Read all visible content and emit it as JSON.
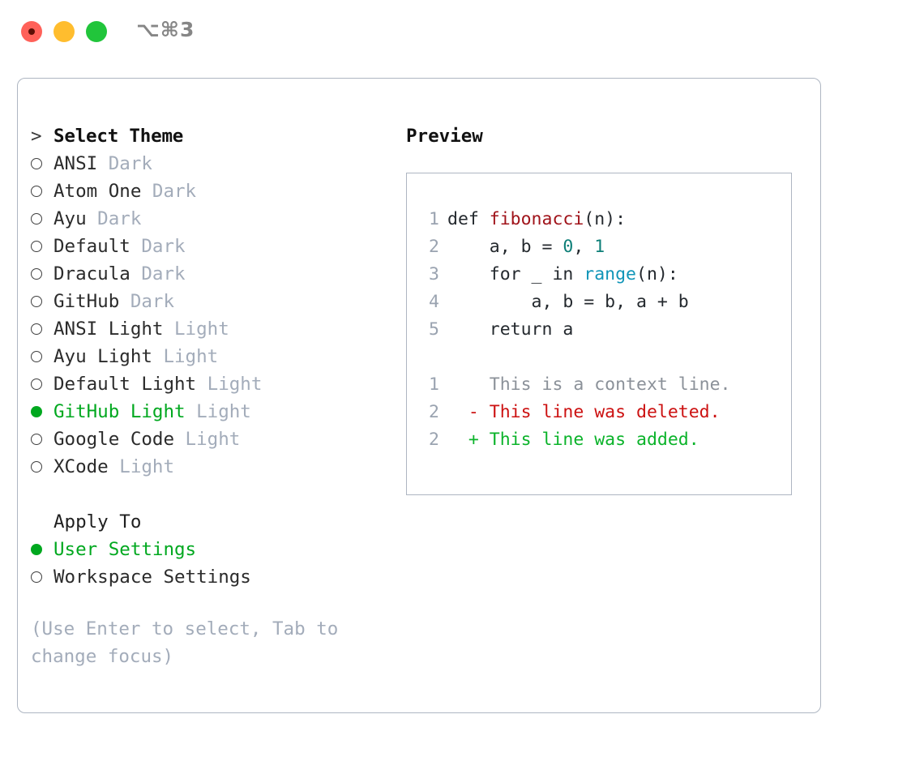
{
  "titlebar": {
    "shortcut": "⌥⌘3",
    "buttons": {
      "close": "close-button",
      "minimize": "minimize-button",
      "maximize": "maximize-button"
    }
  },
  "theme_selector": {
    "heading_prefix": ">",
    "heading": "Select Theme",
    "items": [
      {
        "marker": "○",
        "label": "ANSI",
        "tag": "Dark",
        "selected": false
      },
      {
        "marker": "○",
        "label": "Atom One",
        "tag": "Dark",
        "selected": false
      },
      {
        "marker": "○",
        "label": "Ayu",
        "tag": "Dark",
        "selected": false
      },
      {
        "marker": "○",
        "label": "Default",
        "tag": "Dark",
        "selected": false
      },
      {
        "marker": "○",
        "label": "Dracula",
        "tag": "Dark",
        "selected": false
      },
      {
        "marker": "○",
        "label": "GitHub",
        "tag": "Dark",
        "selected": false
      },
      {
        "marker": "○",
        "label": "ANSI Light",
        "tag": "Light",
        "selected": false
      },
      {
        "marker": "○",
        "label": "Ayu Light",
        "tag": "Light",
        "selected": false
      },
      {
        "marker": "○",
        "label": "Default Light",
        "tag": "Light",
        "selected": false
      },
      {
        "marker": "●",
        "label": "GitHub Light",
        "tag": "Light",
        "selected": true
      },
      {
        "marker": "○",
        "label": "Google Code",
        "tag": "Light",
        "selected": false
      },
      {
        "marker": "○",
        "label": "XCode",
        "tag": "Light",
        "selected": false
      }
    ]
  },
  "apply_to": {
    "title": "Apply To",
    "options": [
      {
        "marker": "●",
        "label": "User Settings",
        "selected": true
      },
      {
        "marker": "○",
        "label": "Workspace Settings",
        "selected": false
      }
    ]
  },
  "hint": "(Use Enter to select, Tab to change focus)",
  "preview": {
    "title": "Preview",
    "code_lines": [
      {
        "number": "1",
        "tokens": [
          {
            "text": "def ",
            "type": "plain"
          },
          {
            "text": "fibonacci",
            "type": "fn"
          },
          {
            "text": "(n):",
            "type": "plain"
          }
        ]
      },
      {
        "number": "2",
        "tokens": [
          {
            "text": "    a, b = ",
            "type": "plain"
          },
          {
            "text": "0",
            "type": "num"
          },
          {
            "text": ", ",
            "type": "plain"
          },
          {
            "text": "1",
            "type": "num"
          }
        ]
      },
      {
        "number": "3",
        "tokens": [
          {
            "text": "    for _ in ",
            "type": "plain"
          },
          {
            "text": "range",
            "type": "call"
          },
          {
            "text": "(n):",
            "type": "plain"
          }
        ]
      },
      {
        "number": "4",
        "tokens": [
          {
            "text": "        a, b = b, a + b",
            "type": "plain"
          }
        ]
      },
      {
        "number": "5",
        "tokens": [
          {
            "text": "    return a",
            "type": "plain"
          }
        ]
      }
    ],
    "diff_lines": [
      {
        "number": "1",
        "marker": " ",
        "text": "This is a context line.",
        "type": "ctx"
      },
      {
        "number": "2",
        "marker": "-",
        "text": "This line was deleted.",
        "type": "del"
      },
      {
        "number": "2",
        "marker": "+",
        "text": "This line was added.",
        "type": "add"
      }
    ]
  },
  "colors": {
    "accent_green": "#00a81f",
    "muted": "#a3acba",
    "border": "#aeb6c2",
    "diff_add": "#0bb32a",
    "diff_del": "#cc1111",
    "syntax_fn": "#a0131a",
    "syntax_call": "#1095b8",
    "syntax_num": "#0e7f78"
  }
}
